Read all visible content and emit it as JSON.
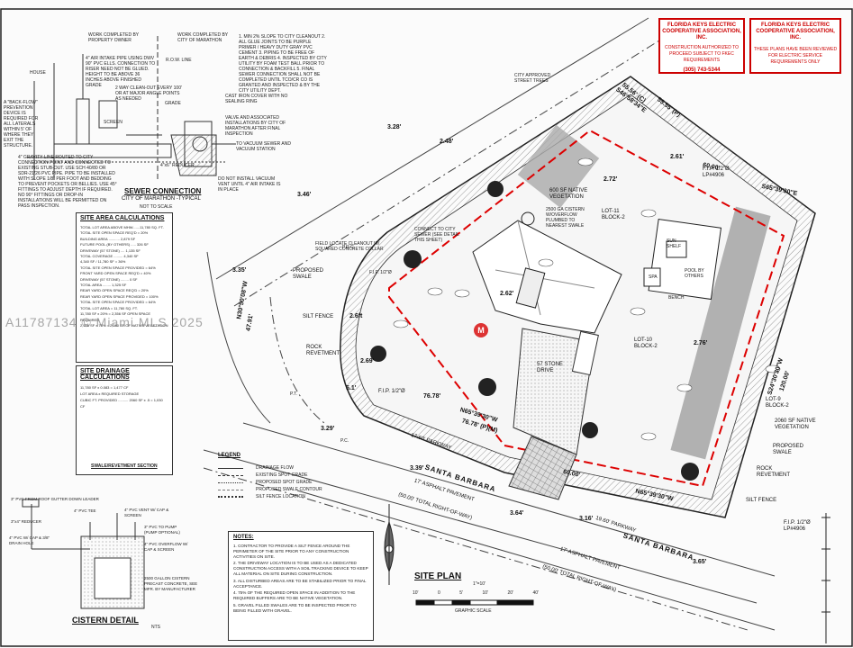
{
  "sewer": {
    "work_owner": "WORK COMPLETED BY PROPERTY OWNER",
    "work_city": "WORK COMPLETED BY CITY OF MARATHON",
    "air_intake": "4\" AIR INTAKE PIPE USING DWV 90\" PVC ELLS. CONNECTION TO RISER NEED NOT BE GLUED. HEIGHT TO BE ABOVE 36 INCHES ABOVE FINISHED GRADE",
    "house": "HOUSE",
    "backflow": "A \"BACK-FLOW\" PREVENTION DEVICE IS REQUIRED FOR ALL LATERALS WITHIN 5' OF WHERE THEY EXIT THE STRUCTURE.",
    "row_line": "R.O.W. LINE",
    "cleanout": "2 WAY CLEAN-OUT EVERY 100' OR AT MAJOR ANGLE POINTS AS NEEDED",
    "grade": "GRADE",
    "screen": "SCREEN",
    "cast_iron": "CAST IRON COVER WITH NO SEALING RING",
    "valve": "VALVE AND ASSOCIATED INSTALLATIONS BY CITY OF MARATHON AFTER FINAL INSPECTION",
    "to_vacuum": "TO VACUUM SEWER AND VACUUM STATION",
    "reducer": "4\"x6\" REDUCER",
    "gravity": "4\" GRAVITY LINE ROUTED TO CITY CONNECTION POINT AND CONNECTED TO EXISTING STUB-OUT. USE SCH 40/80 OR SDR-21/26 PVC PIPE. PIPE TO BE INSTALLED WITH SLOPE 1/8\" PER FOOT AND BEDDING TO PREVENT POCKETS OR BELLIES. USE 45° FITTINGS TO ADJUST DEPTH IF REQUIRED. NO 90° FITTINGS OR DROP-IN INSTALLATIONS WILL BE PERMITTED ON PASS INSPECTION.",
    "no_install": "DO NOT INSTALL VACUUM VENT UNTIL 4\" AIR INTAKE IS IN PLACE",
    "notes": "1. MIN 2% SLOPE TO CITY CLEANOUT 2. ALL GLUE JOINTS TO BE PURPLE PRIMER / HEAVY DUTY GRAY PVC CEMENT 3. PIPING TO BE FREE OF EARTH & DEBRIS 4. INSPECTED BY CITY UTILITY BY FOAM TEST BALL PRIOR TO CONNECTION & BACKFILL 5. FINAL SEWER CONNECTION SHALL NOT BE COMPLETED UNTIL TCO/CR CO IS GRANTED AND INSPECTED & BY THE CITY UTILITY DEPT.",
    "title": "SEWER CONNECTION",
    "subtitle": "CITY OF MARATHON -TYPICAL",
    "scale": "NOT TO SCALE"
  },
  "site_area": {
    "title": "SITE AREA CALCULATIONS",
    "lines": [
      "TOTAL LOT AREA ABOVE MHW.......11,780 SQ. FT.",
      "TOTAL SITE OPEN SPACE REQ'D = 20%",
      "BUILDING AREA ........... 2,879 SF",
      "FUTURE POOL (BY OTHERS) ..... 326 SF",
      "DRIVEWAY (57 STONE) .... 1,135 SF",
      "TOTAL COVERAGE ......... 4,340 SF",
      "4,340 SF / 11,780 SF = 36%",
      "TOTAL SITE OPEN SPACE PROVIDED = 64%",
      "FRONT YARD OPEN SPACE REQ'D = 40%",
      "DRIVEWAY (57 STONE) ........ 0 SF",
      "TOTAL AREA ........ 1,325 SF",
      "REAR YARD OPEN SPACE REQ'D = 20%",
      "REAR YARD OPEN SPACE PROVIDED = 100%",
      "TOTAL SITE OPEN SPACE PROVIDED = 64%",
      "TOTAL LOT AREA = 11,780 SQ. FT.",
      "11,780 SF x 20% = 2,356 SF OPEN SPACE REQUIRED",
      "2,356 SF x 75% = 2,060 SF OF NATIVE VEGETATION"
    ]
  },
  "site_drainage": {
    "title": "SITE DRAINAGE CALCULATIONS",
    "lines": [
      "11,780 SF x 0.083 = 1,477 CF",
      "LOT AREA x REQUIRED STORAGE",
      "CUBIC FT. PROVIDED .......... 2060 SF x .5 = 1,030 CF"
    ],
    "section": "SWALE/REVETMENT SECTION"
  },
  "legend": {
    "title": "LEGEND",
    "items": [
      "DRAINAGE FLOW",
      "EXISTING SPOT GRADE",
      "PROPOSED SPOT GRADE",
      "PROPOSED SWALE CONTOUR",
      "SILT FENCE LOCATION"
    ]
  },
  "notes_box": {
    "title": "NOTES:",
    "items": [
      "1. CONTRACTOR TO PROVIDE A SILT FENCE AROUND THE PERIMETER OF THE SITE PRIOR TO ANY CONSTRUCTION ACTIVITIES ON SITE.",
      "2. THE DRIVEWAY LOCATION IS TO BE USED AS A DEDICATED CONSTRUCTION ACCESS WITH A SOIL TRACKING DEVICE TO KEEP ALL MATERIAL ON SITE DURING CONSTRUCTION.",
      "3. ALL DISTURBED AREAS ARE TO BE STABILIZED PRIOR TO FINAL ACCEPTANCE.",
      "4. 75% OF THE REQUIRED OPEN SPACE IN ADDITION TO THE REQUIRED BUFFERS ARE TO BE NATIVE VEGETATION.",
      "5. GRAVEL FILLED SWALES ARE TO BE INSPECTED PRIOR TO BEING FILLED WITH GRAVEL."
    ]
  },
  "cistern": {
    "title": "CISTERN DETAIL",
    "nts": "NTS",
    "labels": [
      "3\" PVC FROM ROOF GUTTER DOWN LEADER",
      "3\"x4\" REDUCER",
      "4\" PVC TEE",
      "4\" PVC VENT W/ CAP & SCREEN",
      "4\" PVC W/ CAP & 3/8\" DRAIN HOLE",
      "3\" PVC TO PUMP (PUMP OPTIONAL)",
      "4\" PVC OVERFLOW W/ CAP & SCREEN",
      "2500 GALLON CISTERN PRECAST CONCRETE, SEE MFR. BY MANUFACTURER"
    ]
  },
  "stamps": {
    "fkec1": {
      "name": "FLORIDA KEYS ELECTRIC COOPERATIVE ASSOCIATION, INC.",
      "text": "CONSTRUCTION AUTHORIZED TO PROCEED SUBJECT TO FKEC REQUIREMENTS",
      "phone": "(305) 743-5344"
    },
    "fkec2": {
      "name": "FLORIDA KEYS ELECTRIC COOPERATIVE ASSOCIATION, INC.",
      "text": "THESE PLANS HAVE BEEN REVIEWED FOR ELECTRIC SERVICE REQUIREMENTS ONLY"
    }
  },
  "plan": {
    "bearing_top": "S46°58'34\"E",
    "dist_top1": "55.56' (C)",
    "dist_top2": "55.55' (P)",
    "east_bearing": "S65°39'30\"E",
    "east_dist": "60.00'",
    "east2_bearing": "S24°30'30\"W",
    "east2_dist": "120.00'",
    "south_bearing": "N65°39'30\"W",
    "south_dist": "60.00'",
    "sw_bearing": "N65°39'30\"W",
    "sw_dist": "76.78' (P)(M)",
    "sw_dist2": "76.78'",
    "west_bearing": "N30°50'08\"W",
    "west_dist": "47.91'",
    "native1": "600 SF NATIVE VEGETATION",
    "native2": "2060 SF NATIVE VEGETATION",
    "lot11": "LOT-11 BLOCK-2",
    "lot10": "LOT-10 BLOCK-2",
    "lot9": "LOT-9 BLOCK-2",
    "cistern_note": "2500 GA CISTERN W/OVERFLOW PLUMBED TO NEAREST SWALE",
    "connect": "CONNECT TO CITY SEWER (SEE DETAIL THIS SHEET)",
    "field_locate": "FIELD LOCATE CLEANOUT W/ SQUARED CONCRETE COLLAR",
    "street_trees": "CITY APPROVED STREET TREES",
    "proposed_swale": "PROPOSED SWALE",
    "proposed_swale2": "PROPOSED SWALE",
    "silt_fence": "SILT FENCE",
    "silt_fence2": "SILT FENCE",
    "rock_rev": "ROCK REVETMENT",
    "rock_rev2": "ROCK REVETMENT",
    "stone_drive": "57 STONE DRIVE",
    "pool": "POOL BY OTHERS",
    "sun_shelf": "SUN SHELF",
    "spa": "SPA",
    "bench": "BENCH",
    "fip1": "F.I.P. 1/2\"Ø",
    "fip2": "F.I.P. 1/2\"Ø",
    "fip3": "F.I.P. 1/2\"Ø LP#4906",
    "fip4": "F.I.P. 1/2\"Ø LP#4906",
    "prc": "P.R.C.",
    "pt": "P.T.",
    "pc": "P.C.",
    "street": "SANTA BARBARA",
    "street2": "SANTA BARBARA",
    "pavement": "17' ASPHALT PAVEMENT",
    "pavement2": "17' ASPHALT PAVEMENT",
    "row": "(50.00' TOTAL RIGHT-OF-WAY)",
    "row2": "(50.00' TOTAL RIGHT-OF-WAY)",
    "parkway": "17.60' PARKWAY",
    "parkway2": "19.60' PARKWAY",
    "dims": [
      "3.28'",
      "2.48'",
      "3.46'",
      "3.35'",
      "2.72'",
      "2.61'",
      "2.62'",
      "2.69'",
      "3.29'",
      "3.39'",
      "3.64'",
      "3.16'",
      "3.65'",
      "2.76'",
      "2.6ft",
      "5.1'"
    ],
    "title": "SITE PLAN",
    "scale_text": "1\"=10'",
    "graphic_scale": "GRAPHIC SCALE",
    "scale_ticks": [
      "10'",
      "0",
      "5'",
      "10'",
      "20'",
      "40'"
    ]
  },
  "watermark": "A11787134 © Miami MLS 2025"
}
